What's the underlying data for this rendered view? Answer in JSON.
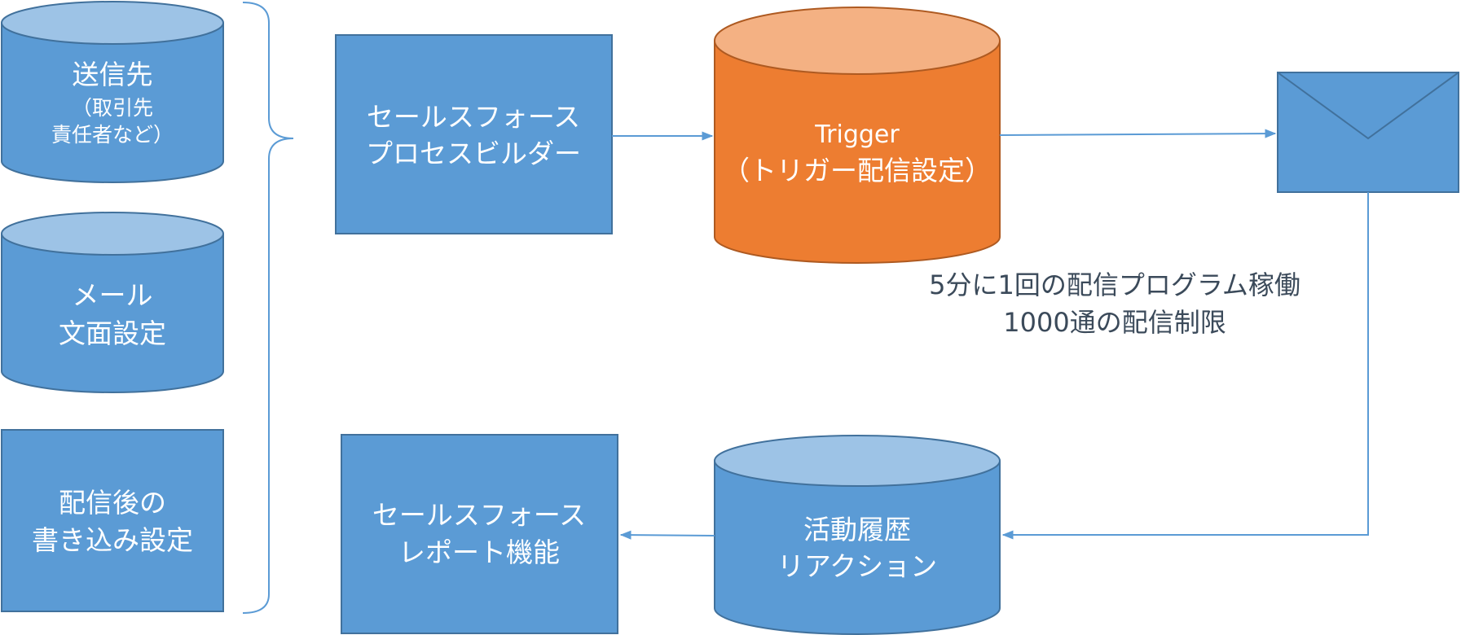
{
  "colors": {
    "blue": "#5b9bd5",
    "blue_light": "#9dc3e6",
    "blue_edge": "#41719c",
    "orange": "#ed7d31",
    "orange_light": "#f4b183",
    "orange_edge": "#ae5a21",
    "connector": "#5b9bd5",
    "note_text": "#3b4a5a"
  },
  "inputs": {
    "recipient": {
      "title": "送信先",
      "sub1": "（取引先",
      "sub2": "責任者など）"
    },
    "mail": {
      "line1": "メール",
      "line2": "文面設定"
    },
    "post": {
      "line1": "配信後の",
      "line2": "書き込み設定"
    }
  },
  "process_builder": {
    "line1": "セールスフォース",
    "line2": "プロセスビルダー"
  },
  "trigger": {
    "line1": "Trigger",
    "line2": "（トリガー配信設定）"
  },
  "envelope": {
    "icon": "envelope-icon"
  },
  "note": {
    "line1": "5分に1回の配信プログラム稼働",
    "line2": "1000通の配信制限"
  },
  "history": {
    "line1": "活動履歴",
    "line2": "リアクション"
  },
  "report": {
    "line1": "セールスフォース",
    "line2": "レポート機能"
  }
}
